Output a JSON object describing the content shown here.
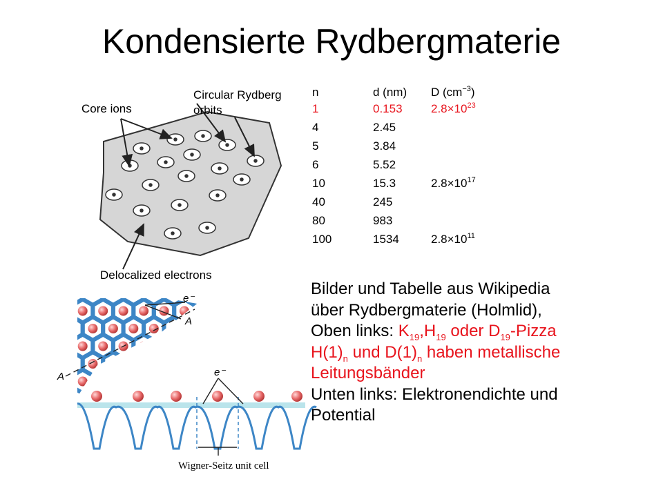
{
  "title": "Kondensierte Rydbergmaterie",
  "figure_top": {
    "label_core_ions": "Core ions",
    "label_circular_orbits_line1": "Circular Rydberg",
    "label_circular_orbits_line2": "orbits",
    "label_delocalized": "Delocalized electrons"
  },
  "figure_bottom": {
    "label_e1": "e⁻",
    "label_A1": "A",
    "label_A2": "A",
    "label_e2": "e⁻",
    "label_unit_cell": "Wigner-Seitz unit cell"
  },
  "table": {
    "header": {
      "n": "n",
      "d": "d (nm)",
      "D": "D (cm",
      "D_exp": "−3",
      "D_close": ")"
    },
    "rows": [
      {
        "n": "1",
        "d": "0.153",
        "D": "2.8×10",
        "D_exp": "23"
      },
      {
        "n": "4",
        "d": "2.45",
        "D": "",
        "D_exp": ""
      },
      {
        "n": "5",
        "d": "3.84",
        "D": "",
        "D_exp": ""
      },
      {
        "n": "6",
        "d": "5.52",
        "D": "",
        "D_exp": ""
      },
      {
        "n": "10",
        "d": "15.3",
        "D": "2.8×10",
        "D_exp": "17"
      },
      {
        "n": "40",
        "d": "245",
        "D": "",
        "D_exp": ""
      },
      {
        "n": "80",
        "d": "983",
        "D": "",
        "D_exp": ""
      },
      {
        "n": "100",
        "d": "1534",
        "D": "2.8×10",
        "D_exp": "11"
      }
    ]
  },
  "description": {
    "line1": "Bilder und Tabelle aus Wikipedia",
    "line2": "über Rydbergmaterie (Holmlid),",
    "line3": {
      "prefix": "Oben links: ",
      "k": "K",
      "k_sub": "19",
      "comma": ",",
      "h": "H",
      "h_sub": "19",
      "mid": " oder D",
      "d_sub": "19",
      "suffix": "-Pizza"
    },
    "line4": {
      "a": "H(1)",
      "a_sub": "n",
      "mid": " und D(1)",
      "b_sub": "n",
      "suffix": " haben metallische"
    },
    "line5": "Leitungsbänder",
    "line6": "Unten links: Elektronendichte und",
    "line7": "Potential"
  },
  "colors": {
    "accent_red": "#e8141d",
    "hex_blue": "#3d86c6",
    "ion_pink": "#e86a6a",
    "cluster_gray": "#d6d6d6"
  }
}
